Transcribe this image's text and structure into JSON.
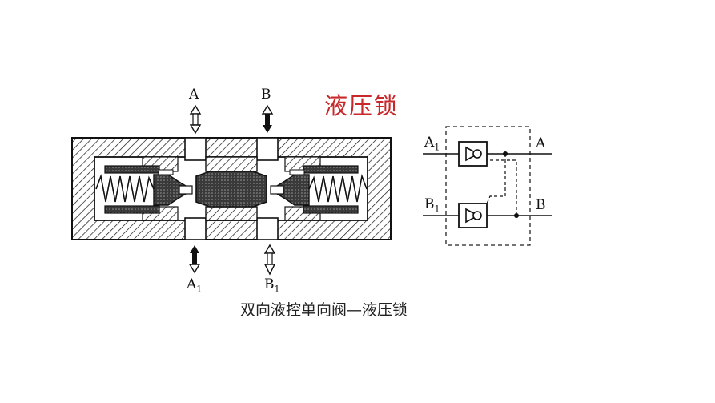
{
  "title": "液压锁",
  "caption": "双向液控单向阀—液压锁",
  "ports": {
    "a": "A",
    "b": "B",
    "a1_main": "A",
    "a1_sub": "1",
    "b1_main": "B",
    "b1_sub": "1"
  },
  "symbol_ports": {
    "a1_main": "A",
    "a1_sub": "1",
    "a": "A",
    "b1_main": "B",
    "b1_sub": "1",
    "b": "B"
  },
  "colors": {
    "title": "#c8282a",
    "ink": "#111111",
    "fill_dark": "#2b2b2b"
  }
}
